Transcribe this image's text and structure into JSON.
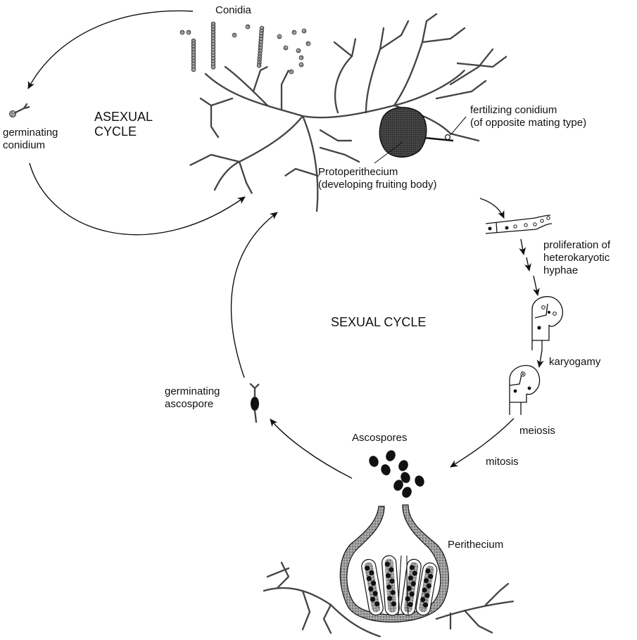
{
  "labels": {
    "conidia": "Conidia",
    "germinating_conidium": [
      "germinating",
      "conidium"
    ],
    "asexual_cycle": [
      "ASEXUAL",
      "CYCLE"
    ],
    "fertilizing_conidium": [
      "fertilizing conidium",
      "(of opposite mating type)"
    ],
    "protoperithecium": [
      "Protoperithecium",
      "(developing fruiting body)"
    ],
    "proliferation": [
      "proliferation of",
      "heterokaryotic",
      "hyphae"
    ],
    "sexual_cycle": "SEXUAL CYCLE",
    "karyogamy": "karyogamy",
    "germinating_ascospore": [
      "germinating",
      "ascospore"
    ],
    "meiosis": "meiosis",
    "mitosis": "mitosis",
    "ascospores": "Ascospores",
    "perithecium": "Perithecium"
  },
  "icons": [
    "conidium-chain-icon",
    "conidium-icon",
    "hypha-icon",
    "protoperithecium-icon",
    "ascospore-icon",
    "ascus-icon",
    "perithecium-icon",
    "arrow-icon"
  ]
}
